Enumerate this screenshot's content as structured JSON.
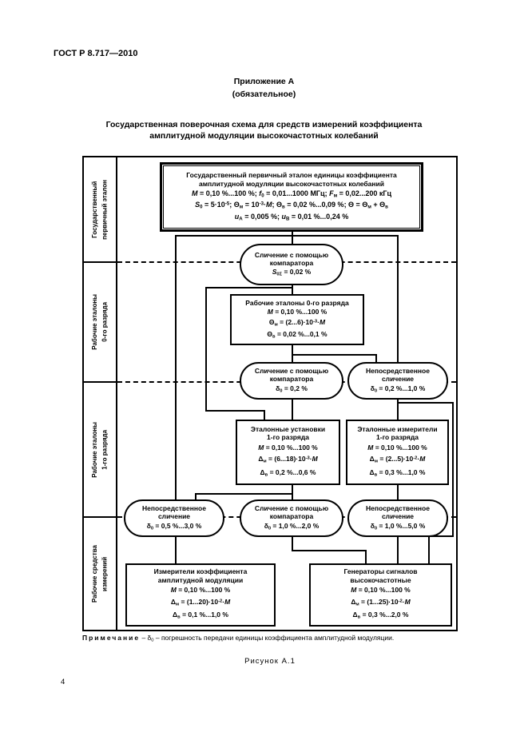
{
  "colors": {
    "ink": "#000000",
    "paper": "#ffffff"
  },
  "header": {
    "gost_number": "ГОСТ Р 8.717—2010",
    "appendix_label": "Приложение А",
    "appendix_kind": "(обязательное)",
    "scheme_title": "Государственная поверочная схема для средств измерений коэффициента\nамплитудной модуляции высокочастотных колебаний"
  },
  "footer": {
    "note_label": "Примечание",
    "note_text": " – δ_{0} – погрешность передачи единицы коэффициента амплитудной модуляции.",
    "figure_caption": "Рисунок А.1",
    "page_number": "4"
  },
  "scheme": {
    "level_labels": {
      "primary": "Государственный\nпервичный эталон",
      "working_0": "Рабочие эталоны\n0-го разряда",
      "working_1": "Рабочие эталоны\n1-го разряда",
      "working_mi": "Рабочие средства\nизмерений"
    },
    "primary_standard": {
      "name": "Государственный первичный эталон единицы коэффициента\nамплитудной модуляции высокочастотных колебаний",
      "formula1": "*M* = 0,10 %...100 %; *f*_{0} = 0,01...1000 МГц; *F*_{м} = 0,02...200 кГц",
      "formula2": "*S*_{0} = 5·10^{-5}; Θ_{м} = 10^{-3}·*M*; Θ_{в} = 0,02 %...0,09 %; Θ = Θ_{м} + Θ_{в}",
      "formula3": "*u*_{А} = 0,005 %; *u*_{В} = 0,01 %...0,24 %"
    },
    "comparison_top": {
      "method": "Сличение с помощью\nкомпаратора",
      "value": "*S*_{0Σ} = 0,02 %"
    },
    "working_standard_0": {
      "name": "Рабочие эталоны 0-го разряда",
      "formula1": "*M* = 0,10 %...100 %",
      "formula2": "Θ_{м} = (2...6)·10^{-3}·*M*",
      "formula3": "Θ_{в} = 0,02 %...0,1 %"
    },
    "comparator_row2": {
      "method": "Сличение с помощью\nкомпаратора",
      "value": "δ_{0} = 0,2 %"
    },
    "direct_row2": {
      "method": "Непосредственное\nсличение",
      "value": "δ_{0} = 0,2 %...1,0 %"
    },
    "standard_setups_1": {
      "name": "Эталонные установки\n1-го разряда",
      "formula1": "*M* = 0,10 %...100 %",
      "formula2": "Δ_{м} = (6...18)·10^{-3}·*M*",
      "formula3": "Δ_{в} = 0,2 %...0,6 %"
    },
    "standard_meters_1": {
      "name": "Эталонные измерители\n1-го разряда",
      "formula1": "*M* = 0,10 %...100 %",
      "formula2": "Δ_{м} = (2...5)·10^{-2}·*M*",
      "formula3": "Δ_{в} = 0,3 %...1,0 %"
    },
    "direct_row3_left": {
      "method": "Непосредственное\nсличение",
      "value": "δ_{0} = 0,5 %...3,0 %"
    },
    "comparator_row3": {
      "method": "Сличение с помощью\nкомпаратора",
      "value": "δ_{0} = 1,0 %...2,0 %"
    },
    "direct_row3_right": {
      "method": "Непосредственное\nсличение",
      "value": "δ_{0} = 1,0 %...5,0 %"
    },
    "mod_meters": {
      "name": "Измерители коэффициента\nамплитудной модуляции",
      "formula1": "*M* = 0,10 %...100 %",
      "formula2": "Δ_{м} = (1...20)·10^{-2}·*M*",
      "formula3": "Δ_{в} = 0,1 %...1,0 %"
    },
    "rf_generators": {
      "name": "Генераторы сигналов\nвысокочастотные",
      "formula1": "*M* = 0,10 %...100 %",
      "formula2": "Δ_{м} = (1...25)·10^{-2}·*M*",
      "formula3": "Δ_{в} = 0,3 %...2,0 %"
    }
  }
}
